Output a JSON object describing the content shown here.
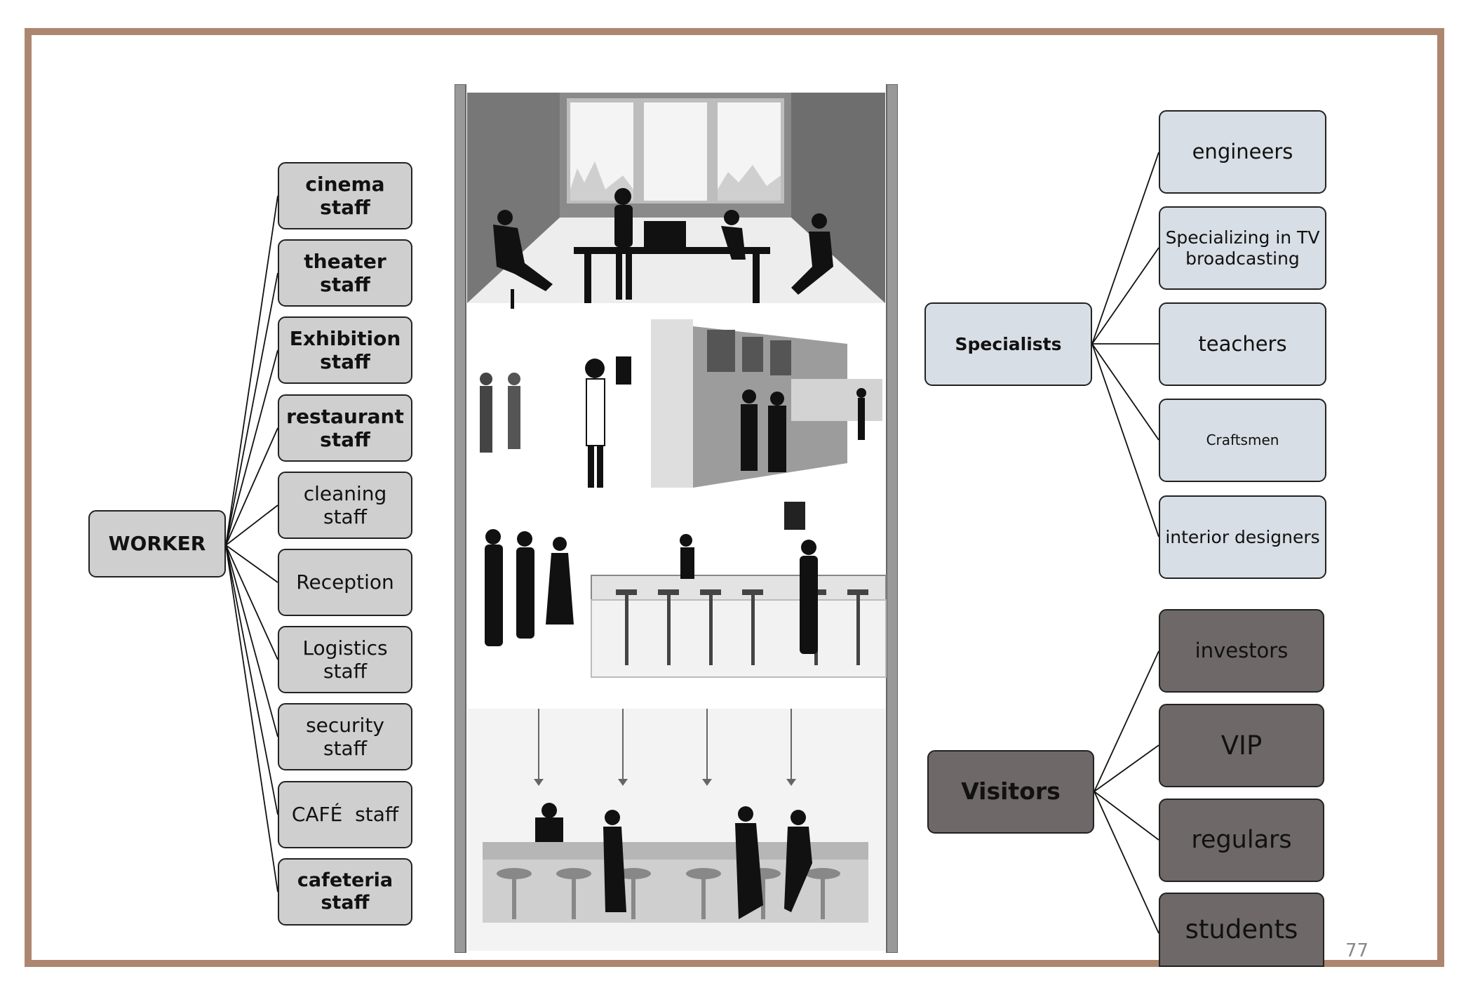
{
  "worker": {
    "root_label": "WORKER",
    "items": [
      "cinema staff",
      "theater staff",
      "Exhibition staff",
      "restaurant staff",
      "cleaning staff",
      "Reception",
      "Logistics staff",
      "security staff",
      "CAFÉ  staff",
      "cafeteria staff"
    ]
  },
  "specialists": {
    "root_label": "Specialists",
    "items": [
      "engineers",
      "Specializing in TV broadcasting",
      "teachers",
      "Craftsmen",
      "interior designers"
    ]
  },
  "visitors": {
    "root_label": "Visitors",
    "items": [
      "investors",
      "VIP",
      "regulars",
      "students"
    ]
  },
  "page_number": "77",
  "colors": {
    "frame_border": "#ad8670",
    "worker_box": "#d0cfcf",
    "specialist_box": "#d8dee5",
    "visitor_box": "#6f6868"
  }
}
